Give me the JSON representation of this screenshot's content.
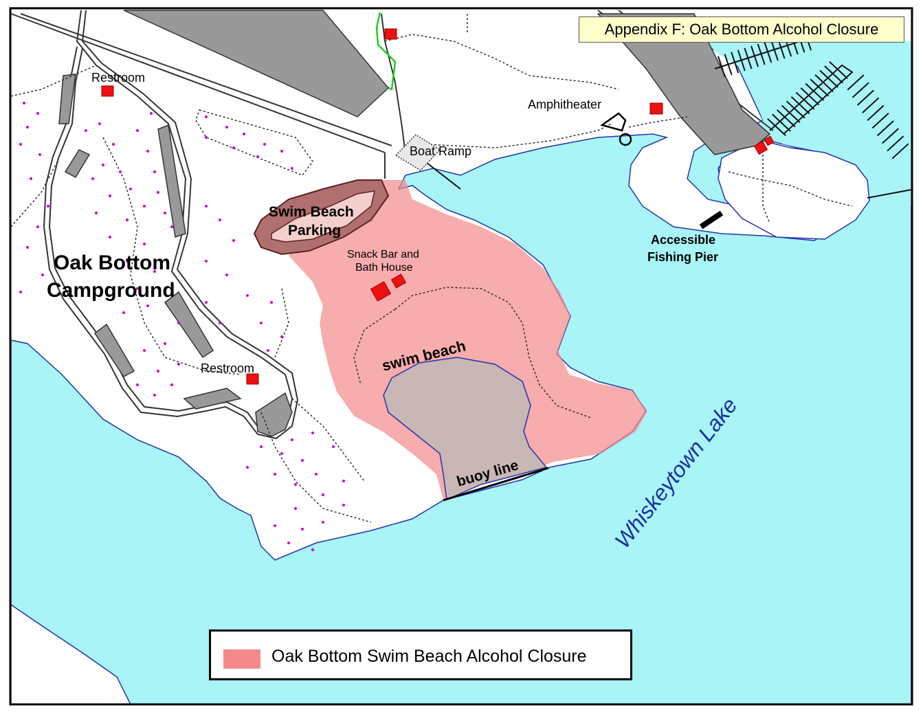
{
  "title": "Appendix F: Oak Bottom Alcohol Closure",
  "legend": {
    "label": "Oak Bottom Swim Beach Alcohol  Closure",
    "swatch_color": "#f4898a"
  },
  "labels": {
    "campground_line1": "Oak Bottom",
    "campground_line2": "Campground",
    "restroom_top": "Restroom",
    "restroom_bottom": "Restroom",
    "amphitheater": "Amphitheater",
    "boat_ramp": "Boat Ramp",
    "parking_line1": "Swim Beach",
    "parking_line2": "Parking",
    "snack_line1": "Snack Bar and",
    "snack_line2": "Bath House",
    "swim_beach": "swim beach",
    "buoy_line": "buoy line",
    "pier_line1": "Accessible",
    "pier_line2": "Fishing Pier",
    "lake": "Whiskeytown Lake"
  },
  "colors": {
    "water": "#a8f4f7",
    "shoreline": "#2233aa",
    "closure": "#f4898a",
    "building": "#ee1111",
    "parking": "#999999",
    "campsite_dot": "#cc00cc",
    "lake_label": "#1a2fa0"
  }
}
